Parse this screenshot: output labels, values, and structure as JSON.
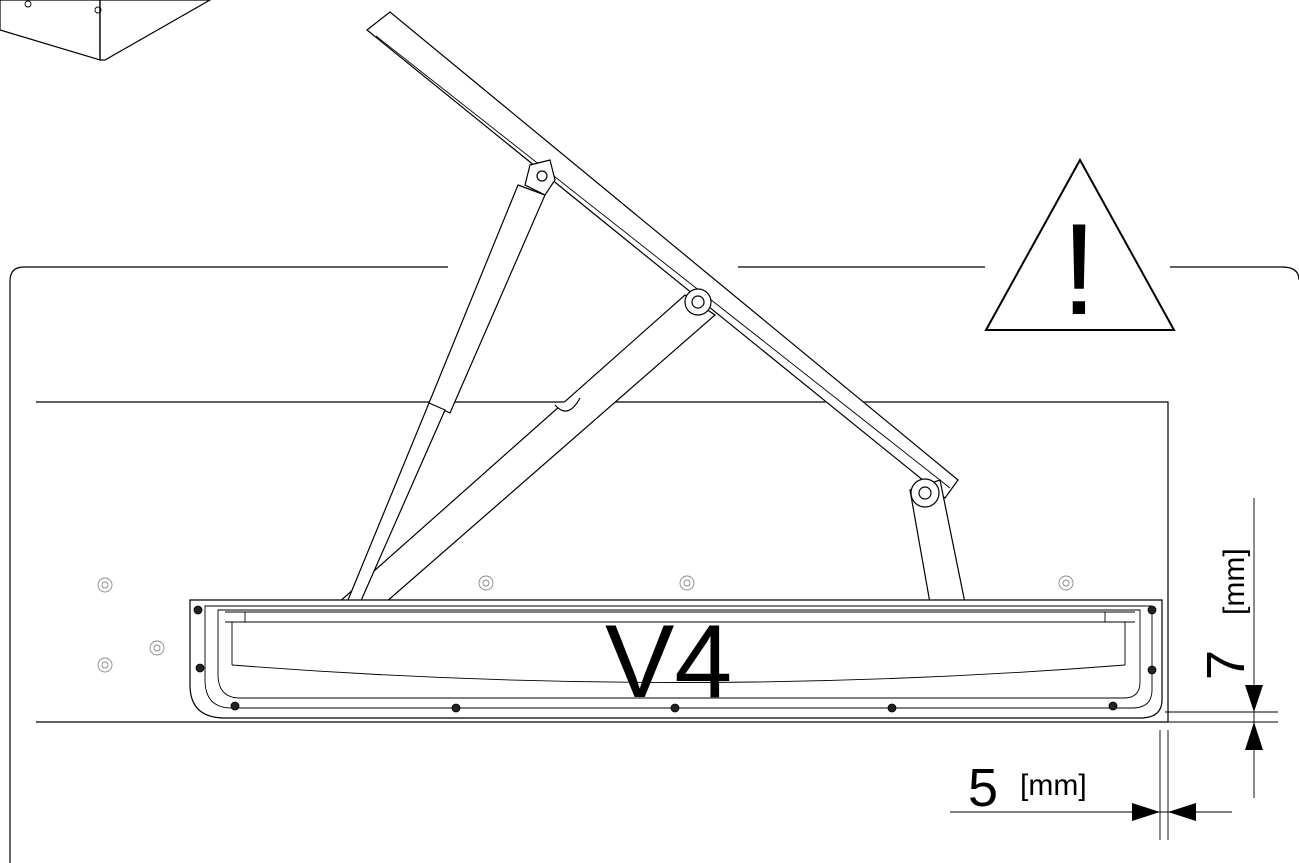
{
  "diagram": {
    "model_label": "V4",
    "warning_symbol": "!",
    "dimensions": [
      {
        "value": "7",
        "unit": "[mm]"
      },
      {
        "value": "5",
        "unit": "[mm]"
      }
    ],
    "icons": [
      "warning-triangle-icon"
    ]
  }
}
